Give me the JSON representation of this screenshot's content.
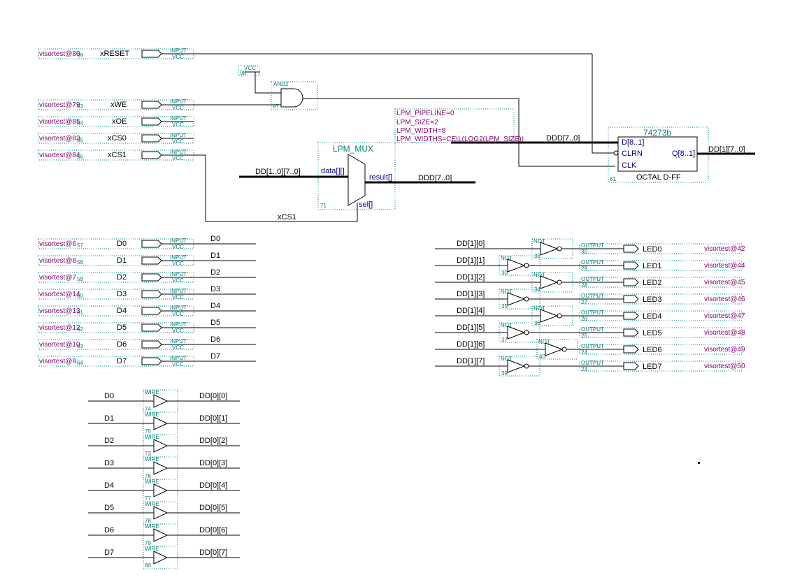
{
  "input_pins": [
    {
      "pin": "visortest@80",
      "num": "99",
      "name": "xRESET",
      "type": "INPUT",
      "vcc": "VCC"
    },
    {
      "pin": "visortest@79",
      "num": "53",
      "name": "xWE",
      "type": "INPUT",
      "vcc": "VCC"
    },
    {
      "pin": "visortest@85",
      "num": "54",
      "name": "xOE",
      "type": "INPUT",
      "vcc": "VCC"
    },
    {
      "pin": "visortest@83",
      "num": "55",
      "name": "xCS0",
      "type": "INPUT",
      "vcc": "VCC"
    },
    {
      "pin": "visortest@84",
      "num": "56",
      "name": "xCS1",
      "type": "INPUT",
      "vcc": "VCC"
    }
  ],
  "data_pins": [
    {
      "pin": "visortest@6",
      "num": "57",
      "name": "D0",
      "type": "INPUT",
      "vcc": "VCC",
      "net": "D0"
    },
    {
      "pin": "visortest@8",
      "num": "58",
      "name": "D1",
      "type": "INPUT",
      "vcc": "VCC",
      "net": "D1"
    },
    {
      "pin": "visortest@7",
      "num": "59",
      "name": "D2",
      "type": "INPUT",
      "vcc": "VCC",
      "net": "D2"
    },
    {
      "pin": "visortest@14",
      "num": "60",
      "name": "D3",
      "type": "INPUT",
      "vcc": "VCC",
      "net": "D3"
    },
    {
      "pin": "visortest@13",
      "num": "61",
      "name": "D4",
      "type": "INPUT",
      "vcc": "VCC",
      "net": "D4"
    },
    {
      "pin": "visortest@12",
      "num": "62",
      "name": "D5",
      "type": "INPUT",
      "vcc": "VCC",
      "net": "D5"
    },
    {
      "pin": "visortest@10",
      "num": "63",
      "name": "D6",
      "type": "INPUT",
      "vcc": "VCC",
      "net": "D6"
    },
    {
      "pin": "visortest@9",
      "num": "64",
      "name": "D7",
      "type": "INPUT",
      "vcc": "VCC",
      "net": "D7"
    }
  ],
  "vcc_block": {
    "label": "VCC",
    "num": "98"
  },
  "and_gate": {
    "type": "AND2",
    "num": "97"
  },
  "mux": {
    "params": [
      "LPM_PIPELINE=0",
      "LPM_SIZE=2",
      "LPM_WIDTH=8",
      "LPM_WIDTHS=CEIL(LOG2(LPM_SIZE))"
    ],
    "title": "LPM_MUX",
    "data_port": "data[][]",
    "result_port": "result[]",
    "sel_port": "sel[]",
    "num": "71",
    "in_bus": "DD[1..0][7..0]",
    "out_bus": "DDD[7..0]",
    "sel_net": "xCS1"
  },
  "dff": {
    "title": "74273b",
    "d_port": "D[8..1]",
    "clrn_port": "CLRN",
    "clk_port": "CLK",
    "q_port": "Q[8..1]",
    "caption": "OCTAL D-FF",
    "num": "81",
    "in_bus": "DDD[7..0]",
    "out_bus": "DD[1][7..0]"
  },
  "outputs": [
    {
      "net": "DD[1][0]",
      "gate": "NOT",
      "gate_num": "31",
      "type": "OUTPUT",
      "num": "30",
      "name": "LED0",
      "pin": "visortest@42"
    },
    {
      "net": "DD[1][1]",
      "gate": "NOT",
      "gate_num": "30",
      "type": "OUTPUT",
      "num": "29",
      "name": "LED1",
      "pin": "visortest@44"
    },
    {
      "net": "DD[1][2]",
      "gate": "NOT",
      "gate_num": "34",
      "type": "OUTPUT",
      "num": "28",
      "name": "LED2",
      "pin": "visortest@45"
    },
    {
      "net": "DD[1][3]",
      "gate": "NOT",
      "gate_num": "35",
      "type": "OUTPUT",
      "num": "27",
      "name": "LED3",
      "pin": "visortest@46"
    },
    {
      "net": "DD[1][4]",
      "gate": "NOT",
      "gate_num": "36",
      "type": "OUTPUT",
      "num": "26",
      "name": "LED4",
      "pin": "visortest@47"
    },
    {
      "net": "DD[1][5]",
      "gate": "NOT",
      "gate_num": "37",
      "type": "OUTPUT",
      "num": "25",
      "name": "LED5",
      "pin": "visortest@48"
    },
    {
      "net": "DD[1][6]",
      "gate": "NOT",
      "gate_num": "40",
      "type": "OUTPUT",
      "num": "24",
      "name": "LED6",
      "pin": "visortest@49"
    },
    {
      "net": "DD[1][7]",
      "gate": "NOT",
      "gate_num": "39",
      "type": "OUTPUT",
      "num": "23",
      "name": "LED7",
      "pin": "visortest@50"
    }
  ],
  "wires": [
    {
      "in": "D0",
      "type": "WIRE",
      "num": "74",
      "out": "DD[0][0]"
    },
    {
      "in": "D1",
      "type": "WIRE",
      "num": "75",
      "out": "DD[0][1]"
    },
    {
      "in": "D2",
      "type": "WIRE",
      "num": "73",
      "out": "DD[0][2]"
    },
    {
      "in": "D3",
      "type": "WIRE",
      "num": "76",
      "out": "DD[0][3]"
    },
    {
      "in": "D4",
      "type": "WIRE",
      "num": "77",
      "out": "DD[0][4]"
    },
    {
      "in": "D5",
      "type": "WIRE",
      "num": "78",
      "out": "DD[0][5]"
    },
    {
      "in": "D6",
      "type": "WIRE",
      "num": "79",
      "out": "DD[0][6]"
    },
    {
      "in": "D7",
      "type": "WIRE",
      "num": "80",
      "out": "DD[0][7]"
    }
  ]
}
